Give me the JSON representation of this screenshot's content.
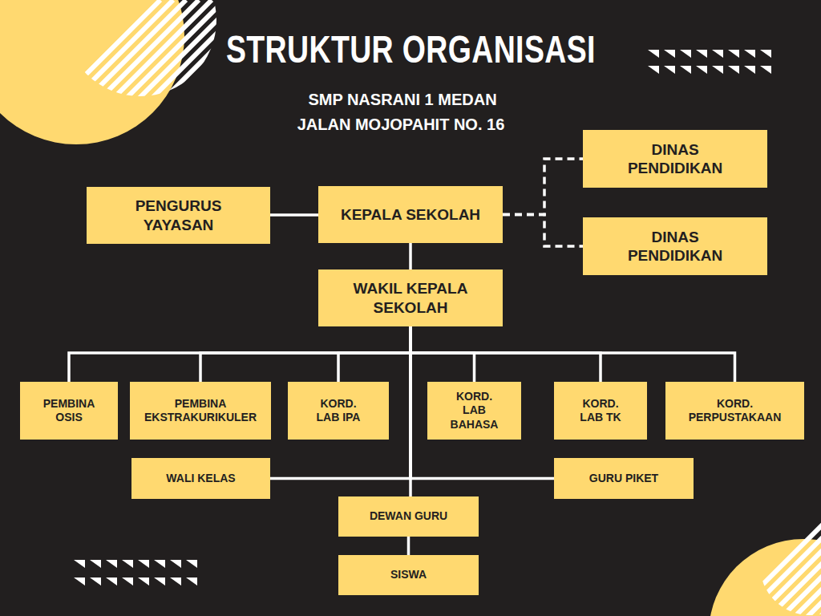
{
  "diagram": {
    "title": "STRUKTUR ORGANISASI",
    "nodes": [
      {
        "text": [
          "PENGURUS YAYASAN"
        ]
      },
      {
        "text": [
          "KEPALA SEKOLAH"
        ]
      },
      {
        "text": [
          "DINAS PENDIDIKAN"
        ]
      },
      {
        "text": [
          "DINAS PENDIDIKAN"
        ]
      },
      {
        "text": [
          "WAKIL KEPALA SEKOLAH"
        ]
      },
      {
        "text": [
          "PEMBINA OSIS"
        ]
      },
      {
        "text": [
          "PEMBINA EKSTRAKURIKULER"
        ]
      },
      {
        "text": [
          "KORD. LAB IPA"
        ]
      },
      {
        "text": [
          "KORD. LAB BAHASA"
        ]
      },
      {
        "text": [
          "KORD. LAB TK"
        ]
      },
      {
        "text": [
          "KORD. PERPUSTAKAAN"
        ]
      },
      {
        "text": [
          "WALI KELAS"
        ]
      },
      {
        "text": [
          "GURU PIKET"
        ]
      },
      {
        "text": [
          "DEWAN GURU"
        ]
      },
      {
        "text": [
          "SISWA"
        ]
      }
    ],
    "edges": [
      {
        "from": 0,
        "to": 1,
        "arrow": "none"
      },
      {
        "from": 1,
        "to": 2,
        "arrow": "none"
      },
      {
        "from": 1,
        "to": 3,
        "arrow": "none"
      },
      {
        "from": 1,
        "to": 4,
        "arrow": "none"
      },
      {
        "from": 4,
        "to": 5,
        "arrow": "none"
      },
      {
        "from": 4,
        "to": 6,
        "arrow": "none"
      },
      {
        "from": 4,
        "to": 7,
        "arrow": "none"
      },
      {
        "from": 4,
        "to": 8,
        "arrow": "none"
      },
      {
        "from": 4,
        "to": 9,
        "arrow": "none"
      },
      {
        "from": 4,
        "to": 10,
        "arrow": "none"
      },
      {
        "from": 4,
        "to": 11,
        "arrow": "none"
      },
      {
        "from": 4,
        "to": 12,
        "arrow": "none"
      },
      {
        "from": 4,
        "to": 13,
        "arrow": "none"
      },
      {
        "from": 13,
        "to": 14,
        "arrow": "none"
      }
    ],
    "labels": [
      "SMP NASRANI 1 MEDAN",
      "JALAN MOJOPAHIT NO. 16"
    ]
  }
}
